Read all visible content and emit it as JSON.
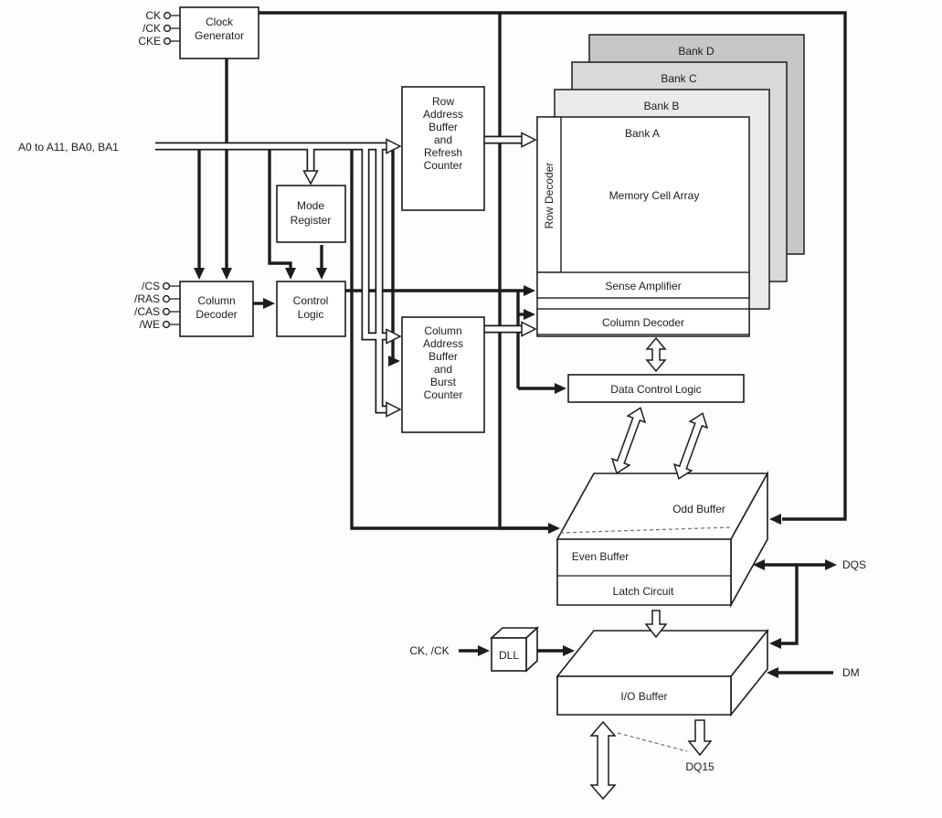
{
  "diagram": {
    "inputs": {
      "ck": "CK",
      "ck_n": "/CK",
      "cke": "CKE",
      "address_bus": "A0 to A11, BA0, BA1",
      "cs_n": "/CS",
      "ras_n": "/RAS",
      "cas_n": "/CAS",
      "we_n": "/WE",
      "dll_clock": "CK, /CK",
      "dm": "DM"
    },
    "io": {
      "dqs": "DQS",
      "dq15": "DQ15"
    },
    "blocks": {
      "clock_generator": {
        "line1": "Clock",
        "line2": "Generator"
      },
      "mode_register": {
        "line1": "Mode",
        "line2": "Register"
      },
      "column_decoder": {
        "line1": "Column",
        "line2": "Decoder"
      },
      "control_logic": {
        "line1": "Control",
        "line2": "Logic"
      },
      "row_address_buffer": {
        "line1": "Row",
        "line2": "Address",
        "line3": "Buffer",
        "line4": "and",
        "line5": "Refresh",
        "line6": "Counter"
      },
      "column_address_buffer": {
        "line1": "Column",
        "line2": "Address",
        "line3": "Buffer",
        "line4": "and",
        "line5": "Burst",
        "line6": "Counter"
      },
      "data_control_logic": "Data Control Logic",
      "dll": "DLL",
      "odd_buffer": "Odd Buffer",
      "even_buffer": "Even Buffer",
      "latch_circuit": "Latch Circuit",
      "io_buffer": "I/O Buffer"
    },
    "memory": {
      "bank_a": "Bank A",
      "bank_b": "Bank B",
      "bank_c": "Bank C",
      "bank_d": "Bank D",
      "row_decoder": "Row Decoder",
      "memory_cell_array": "Memory Cell Array",
      "sense_amplifier": "Sense Amplifier",
      "column_decoder": "Column Decoder"
    },
    "colors": {
      "bank_d_fill": "#c7c7c7",
      "bank_c_fill": "#d9d9d9",
      "bank_b_fill": "#eaeaea",
      "bank_a_fill": "#ffffff",
      "line": "#1c1c1c"
    }
  }
}
